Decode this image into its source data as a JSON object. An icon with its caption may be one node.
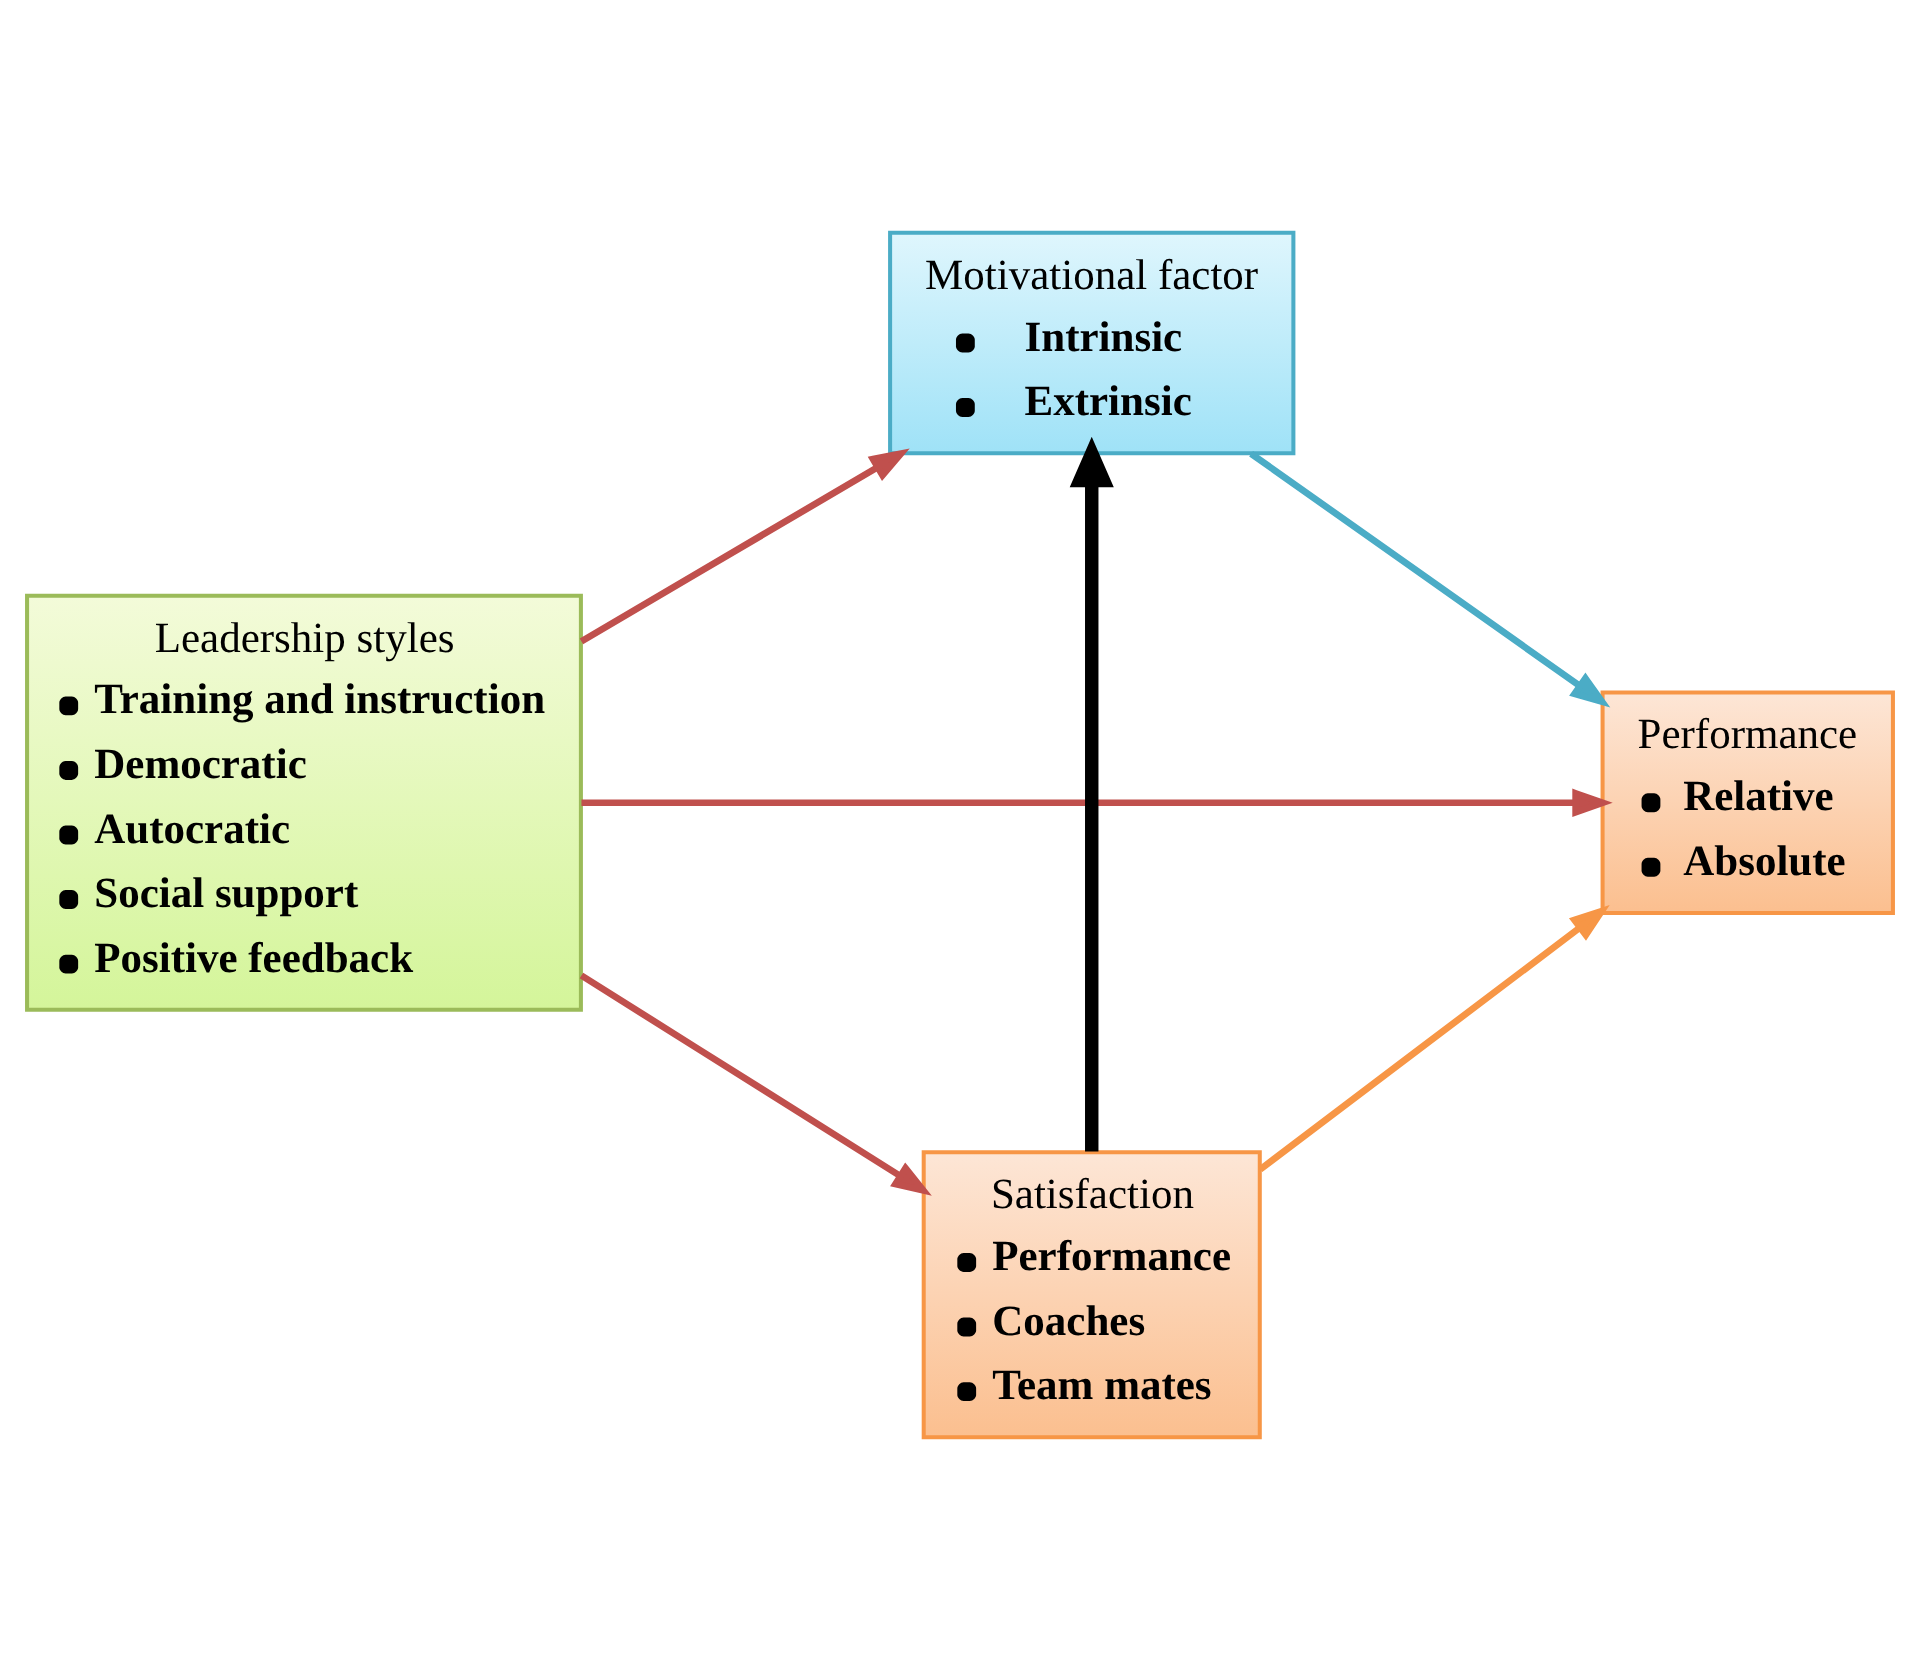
{
  "diagram": {
    "nodes": [
      {
        "text": [
          "Motivational factor",
          "Intrinsic",
          "Extrinsic"
        ]
      },
      {
        "text": [
          "Leadership styles",
          "Training and instruction",
          "Democratic",
          "Autocratic",
          "Social support",
          "Positive feedback"
        ]
      },
      {
        "text": [
          "Performance",
          "Relative",
          "Absolute"
        ]
      },
      {
        "text": [
          "Satisfaction",
          "Performance",
          "Coaches",
          "Team mates"
        ]
      }
    ],
    "edges": [
      {
        "from": 1,
        "to": 0,
        "arrow": "to"
      },
      {
        "from": 1,
        "to": 2,
        "arrow": "to"
      },
      {
        "from": 1,
        "to": 3,
        "arrow": "to"
      },
      {
        "from": 0,
        "to": 2,
        "arrow": "to",
        "color": "#4bacc6"
      },
      {
        "from": 3,
        "to": 2,
        "arrow": "to",
        "color": "#f79646"
      },
      {
        "from": 3,
        "to": 0,
        "arrow": "to",
        "style": "thick",
        "color": "#000000"
      }
    ]
  }
}
